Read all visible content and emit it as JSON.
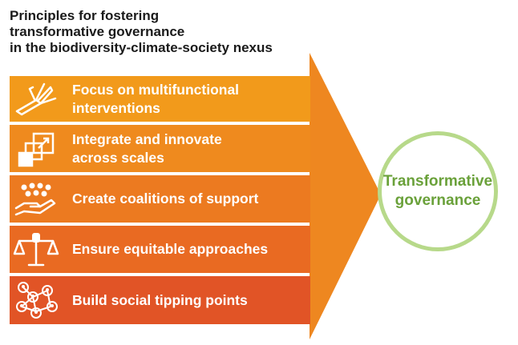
{
  "title": {
    "line1": "Principles for fostering",
    "line2": "transformative governance",
    "line3": "in the biodiversity-climate-society nexus"
  },
  "principles": [
    {
      "line1": "Focus on multifunctional",
      "line2": "interventions",
      "icon": "multitool-icon",
      "color": "#f29a1b"
    },
    {
      "line1": "Integrate and innovate",
      "line2": "across scales",
      "icon": "scales-blocks-icon",
      "color": "#ef8a1e"
    },
    {
      "line1": "Create coalitions of support",
      "line2": "",
      "icon": "hand-with-people-icon",
      "color": "#ec7a20"
    },
    {
      "line1": "Ensure equitable approaches",
      "line2": "",
      "icon": "balance-scale-icon",
      "color": "#e96a22"
    },
    {
      "line1": "Build social tipping points",
      "line2": "",
      "icon": "network-people-icon",
      "color": "#e15426"
    }
  ],
  "outcome": {
    "line1": "Transformative",
    "line2": "governance"
  },
  "colors": {
    "arrow": "#ee8720",
    "circle_border": "#b7d98a",
    "outcome_text": "#6aa13a"
  }
}
